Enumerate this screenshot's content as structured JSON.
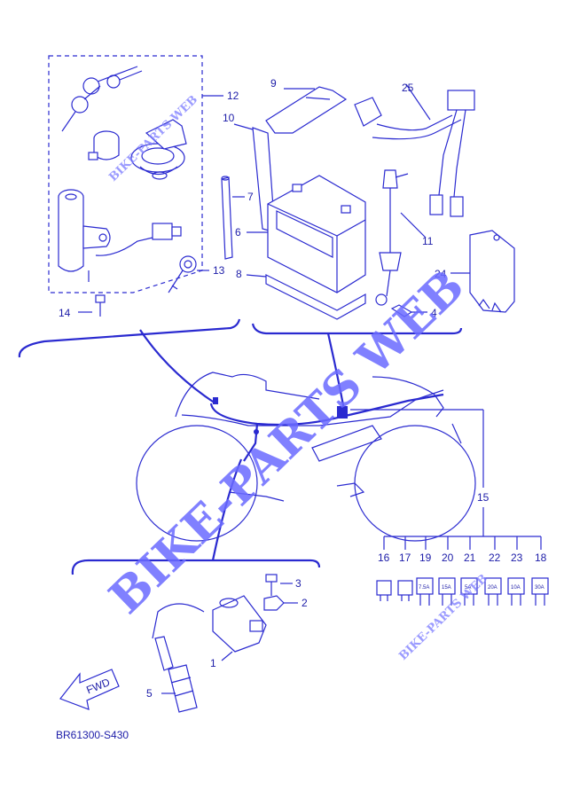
{
  "diagram": {
    "code": "BR61300-S430",
    "fwd_label": "FWD",
    "watermark": "BIKE-PARTS WEB",
    "watermark_small": "BIKE-PARTS WEB",
    "callouts": {
      "c1": "1",
      "c2": "2",
      "c3": "3",
      "c4": "4",
      "c5": "5",
      "c6": "6",
      "c7": "7",
      "c8": "8",
      "c9": "9",
      "c10": "10",
      "c11": "11",
      "c12": "12",
      "c13": "13",
      "c14": "14",
      "c15": "15",
      "c16": "16",
      "c17": "17",
      "c18": "18",
      "c19": "19",
      "c20": "20",
      "c21": "21",
      "c22": "22",
      "c23": "23",
      "c24": "24",
      "c25": "25"
    },
    "fuse_ratings": [
      "7.5A",
      "15A",
      "5A",
      "20A",
      "10A",
      "30A"
    ]
  },
  "colors": {
    "ink": "#2a2ad0",
    "watermark": "#6b6bff"
  }
}
